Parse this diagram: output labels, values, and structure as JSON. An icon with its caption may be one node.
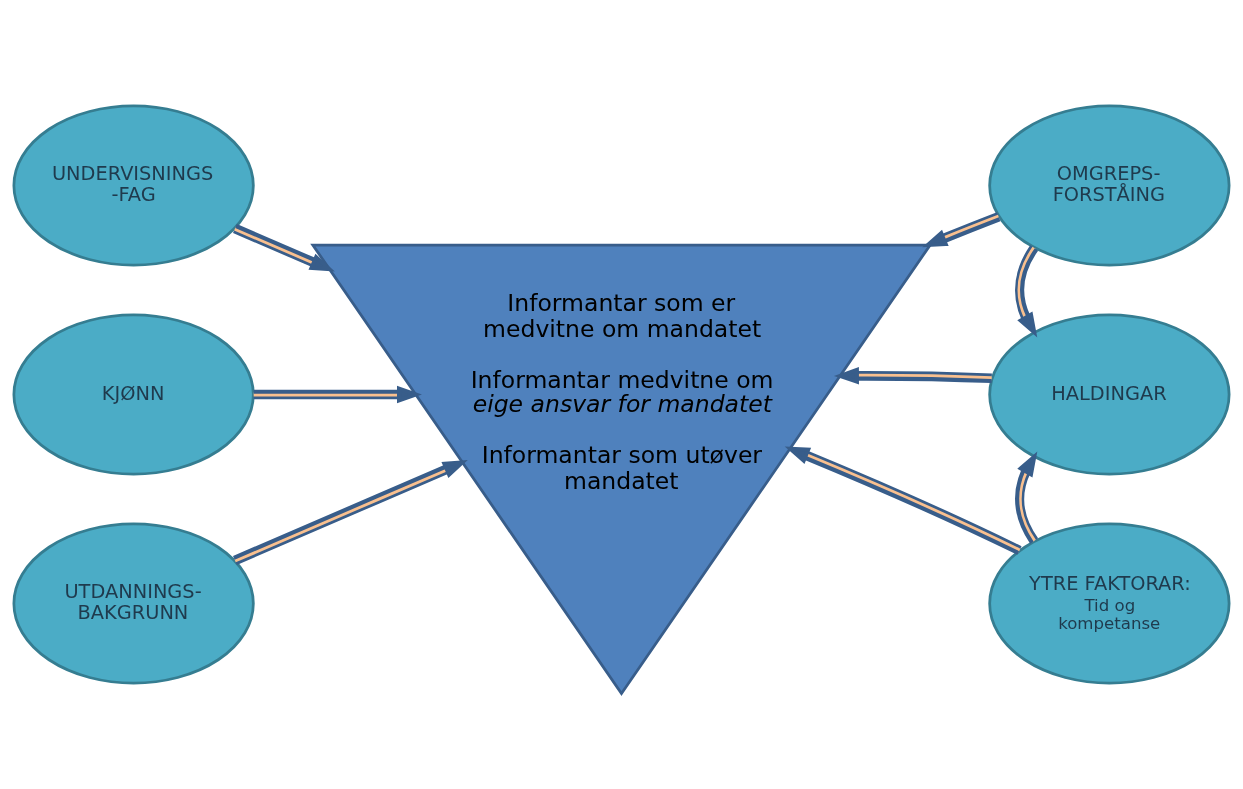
{
  "diagram": {
    "nodes": [
      {
        "text": [
          "Informantar som er medvitne om mandatet",
          "Informantar medvitne om *eige ansvar for mandatet*",
          "Informantar som utøver mandatet"
        ]
      },
      {
        "text": [
          "UNDERVISNINGS -FAG"
        ]
      },
      {
        "text": [
          "OMGREPS- FORSTÅING"
        ]
      },
      {
        "text": [
          "KJØNN"
        ]
      },
      {
        "text": [
          "HALDINGAR"
        ]
      },
      {
        "text": [
          "UTDANNINGS- BAKGRUNN"
        ]
      },
      {
        "text": [
          "YTRE FAKTORAR:",
          "Tid og kompetanse"
        ]
      }
    ],
    "edges": [
      {
        "from": 1,
        "to": 0,
        "arrow": "to"
      },
      {
        "from": 2,
        "to": 0,
        "arrow": "to"
      },
      {
        "from": 2,
        "to": 4,
        "arrow": "to"
      },
      {
        "from": 3,
        "to": 0,
        "arrow": "to"
      },
      {
        "from": 4,
        "to": 0,
        "arrow": "to"
      },
      {
        "from": 5,
        "to": 0,
        "arrow": "to"
      },
      {
        "from": 6,
        "to": 0,
        "arrow": "to"
      },
      {
        "from": 6,
        "to": 4,
        "arrow": "to"
      }
    ]
  }
}
